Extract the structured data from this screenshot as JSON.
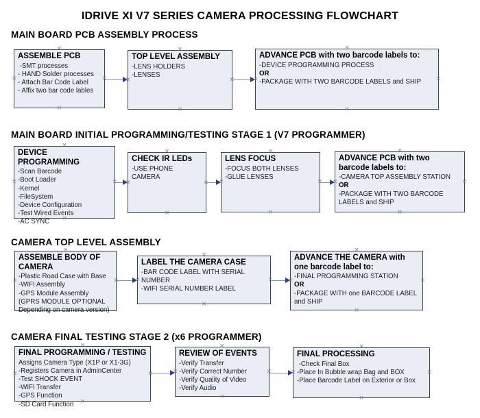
{
  "title": "IDRIVE XI V7 SERIES CAMERA PROCESSING FLOWCHART",
  "colors": {
    "box_fill": "#e8edf6",
    "box_border": "#424242",
    "arrow_shaft": "#8094bd",
    "arrow_head": "#2c3f8f",
    "connection_point": "#7f8699"
  },
  "icons": {
    "connection_point": "×"
  },
  "sections": [
    {
      "heading": "MAIN BOARD PCB ASSEMBLY PROCESS",
      "boxes": [
        {
          "title": "ASSEMBLE PCB",
          "lines": [
            " -SMT processes",
            "- HAND Solder processes",
            "- Attach Bar Code Label",
            "- Affix two bar code lables"
          ]
        },
        {
          "title": "TOP LEVEL ASSEMBLY",
          "lines": [
            "-LENS HOLDERS",
            "-LENSES"
          ]
        },
        {
          "title": "ADVANCE PCB with two barcode labels to:",
          "lines": [
            "-DEVICE PROGRAMMING PROCESS",
            "OR",
            "-PACKAGE WITH TWO BARCODE LABELS and SHIP"
          ]
        }
      ]
    },
    {
      "heading": "MAIN BOARD INITIAL PROGRAMMING/TESTING STAGE 1 (V7 PROGRAMMER)",
      "boxes": [
        {
          "title": "DEVICE PROGRAMMING",
          "lines": [
            "-Scan Barcode",
            "-Boot Loader",
            "-Kernel",
            "-FileSystem",
            "-Device Configuration",
            "-Test Wired Events",
            "-AC SYNC"
          ]
        },
        {
          "title": "CHECK IR LEDs",
          "lines": [
            "-USE PHONE CAMERA"
          ]
        },
        {
          "title": "LENS FOCUS",
          "lines": [
            "-FOCUS BOTH LENSES",
            "-GLUE LENSES"
          ]
        },
        {
          "title": "ADVANCE PCB with two barcode labels to:",
          "lines": [
            "-CAMERA TOP ASSEMBLY STATION",
            "OR",
            "-PACKAGE WITH TWO BARCODE LABELS and SHIP"
          ]
        }
      ]
    },
    {
      "heading": "CAMERA TOP LEVEL ASSEMBLY",
      "boxes": [
        {
          "title": "ASSEMBLE BODY OF CAMERA",
          "lines": [
            "-Plastic Road Case with Base",
            "-WIFI Assembly",
            "-GPS Module Assembly",
            "(GPRS MODULE OPTIONAL",
            "Depending on camera version)"
          ]
        },
        {
          "title": "LABEL THE CAMERA CASE",
          "lines": [
            "-BAR CODE LABEL WITH SERIAL NUMBER",
            "-WIFI SERIAL NUMBER LABEL"
          ]
        },
        {
          "title": "ADVANCE THE CAMERA with one barcode label to:",
          "lines": [
            "-FINAL PROGRAMMING STATION",
            "OR",
            "-PACKAGE WITH one BARCODE LABEL and SHIP"
          ]
        }
      ]
    },
    {
      "heading": "CAMERA FINAL TESTING STAGE 2 (x6 PROGRAMMER)",
      "boxes": [
        {
          "title": "FINAL PROGRAMMING / TESTING",
          "lines": [
            "Assigns Camera Type (X1P or X1-3G)",
            "-Registers Camera in AdminCenter",
            "-Test SHOCK EVENT",
            "-WIFI Transfer",
            "-GPS Function",
            "-SD Card Function"
          ]
        },
        {
          "title": "REVIEW OF EVENTS",
          "lines": [
            "-Verify Transfer",
            "-Verify Correct Number",
            "-Verify Quality of Video",
            "-Verify Audio"
          ]
        },
        {
          "title": "FINAL PROCESSING",
          "lines": [
            " -Check Final Box",
            "-Place In Bubble wrap Bag and BOX",
            "-Place Barcode Label on Exterior or Box"
          ]
        }
      ]
    }
  ]
}
